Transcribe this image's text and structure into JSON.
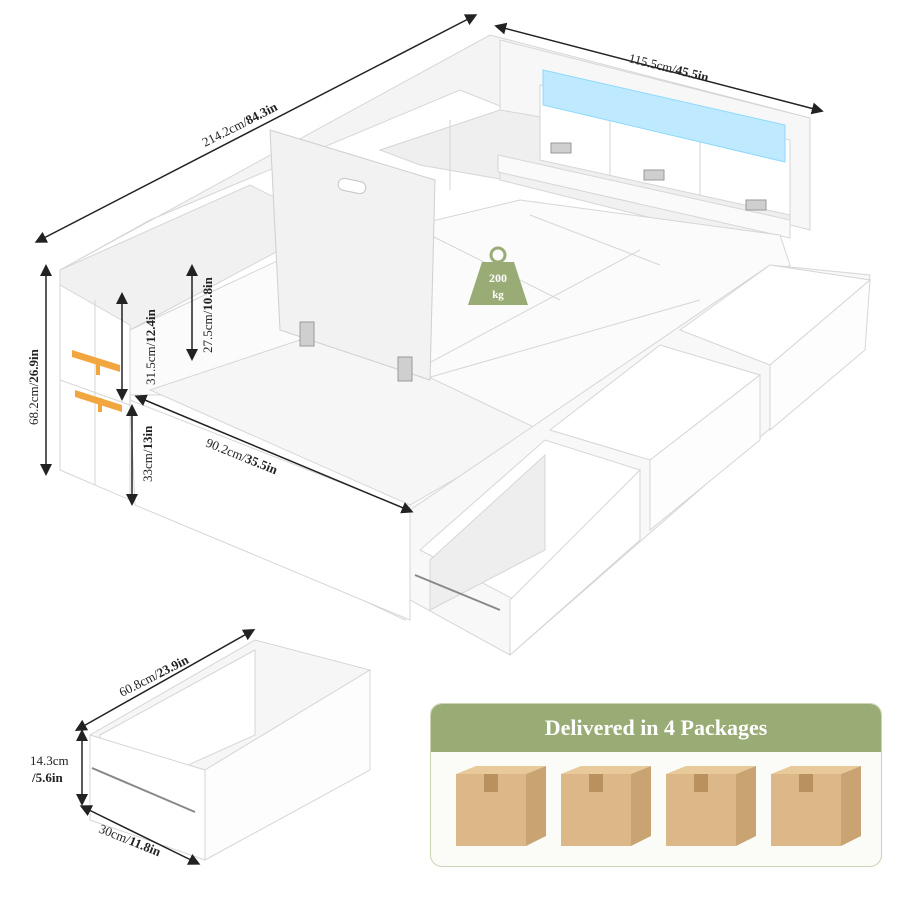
{
  "dimensions": {
    "length": {
      "metric": "214.2cm/",
      "imperial": "84.3in"
    },
    "width": {
      "metric": "115.5cm/",
      "imperial": "45.5in"
    },
    "height": {
      "metric": "68.2cm/",
      "imperial": "26.9in"
    },
    "bed_height": {
      "metric": "31.5cm/",
      "imperial": "12.4in"
    },
    "shelf_height": {
      "metric": "27.5cm/",
      "imperial": "10.8in"
    },
    "lower_height": {
      "metric": "33cm/",
      "imperial": "13in"
    },
    "base_length": {
      "metric": "90.2cm/",
      "imperial": "35.5in"
    },
    "drawer_length": {
      "metric": "60.8cm/",
      "imperial": "23.9in"
    },
    "drawer_height": {
      "metric": "14.3cm",
      "imperial": "/5.6in"
    },
    "drawer_width": {
      "metric": "30cm/",
      "imperial": "11.8in"
    }
  },
  "load_badge": {
    "value": "200",
    "unit": "kg"
  },
  "packages": {
    "title": "Delivered in 4 Packages",
    "count": 4
  },
  "colors": {
    "accent": "#9aac76",
    "box": "#dcb888",
    "led": "#8fd8ff",
    "orange": "#f2a640"
  }
}
